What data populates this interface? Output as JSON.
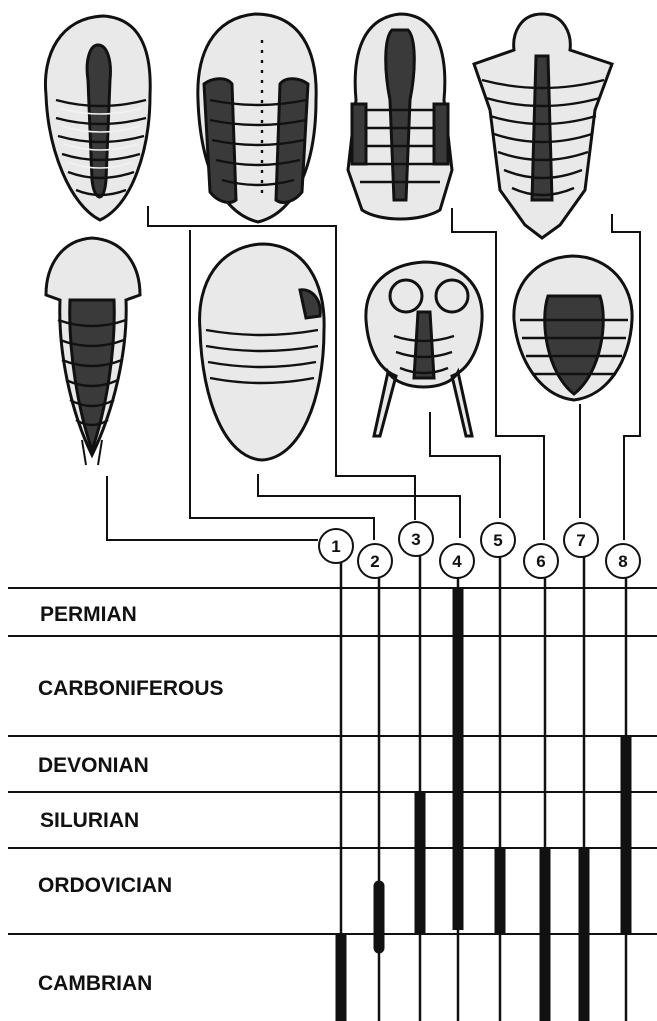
{
  "periods": [
    {
      "key": "permian",
      "label": "PERMIAN"
    },
    {
      "key": "carboniferous",
      "label": "CARBONIFEROUS"
    },
    {
      "key": "devonian",
      "label": "DEVONIAN"
    },
    {
      "key": "silurian",
      "label": "SILURIAN"
    },
    {
      "key": "ordovician",
      "label": "ORDOVICIAN"
    },
    {
      "key": "cambrian",
      "label": "CAMBRIAN"
    }
  ],
  "taxa": [
    {
      "label": "1",
      "thick": [
        "cambrian"
      ]
    },
    {
      "label": "2",
      "thick": [
        "ordovician",
        "cambrian"
      ]
    },
    {
      "label": "3",
      "thick": [
        "silurian",
        "ordovician"
      ]
    },
    {
      "label": "4",
      "thick": [
        "permian",
        "carboniferous",
        "devonian",
        "silurian",
        "ordovician"
      ]
    },
    {
      "label": "5",
      "thick": [
        "ordovician"
      ]
    },
    {
      "label": "6",
      "thick": [
        "ordovician",
        "cambrian"
      ]
    },
    {
      "label": "7",
      "thick": [
        "ordovician",
        "cambrian"
      ]
    },
    {
      "label": "8",
      "thick": [
        "devonian",
        "silurian",
        "ordovician"
      ]
    }
  ],
  "colors": {
    "ink": "#111111",
    "paper": "#ffffff"
  }
}
